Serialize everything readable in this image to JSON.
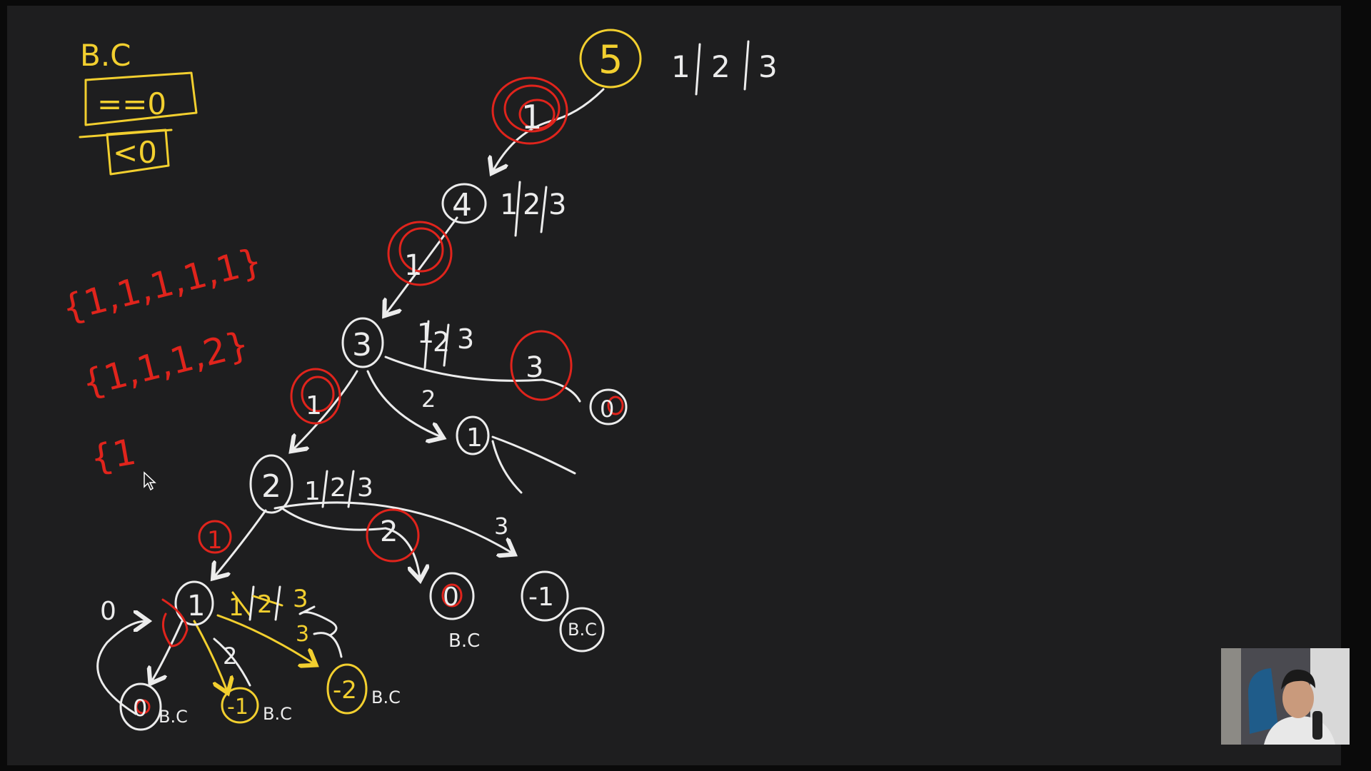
{
  "base_case": {
    "title": "B.C",
    "cond_zero": "==0",
    "cond_neg": "<0"
  },
  "coins": [
    "1",
    "2",
    "3"
  ],
  "combos": [
    "{1,1,1,1,1}",
    "{1,1,1,2}",
    "{1"
  ],
  "nodes": {
    "root": "5",
    "n4": "4",
    "n3": "3",
    "n2": "2",
    "n1a": "1",
    "n1b": "1",
    "n0a": "0",
    "n0b": "0",
    "n0c": "0",
    "nm1a": "-1",
    "nm1b": "-1",
    "nm2": "-2"
  },
  "edge_labels": {
    "e1a": "1",
    "e1b": "1",
    "e1c": "1",
    "e1d": "1",
    "e1e": "1",
    "e2a": "2",
    "e2b": "2",
    "e2c": "2",
    "e3a": "3",
    "e3b": "3",
    "e3c": "3"
  },
  "side_mark": "0",
  "bc_tags": [
    "B.C",
    "B.C",
    "B.C",
    "B.C",
    "B.C"
  ],
  "colors": {
    "white": "#ececec",
    "yellow": "#f2cf2f",
    "red": "#e0241c",
    "board": "#1e1e1f"
  }
}
